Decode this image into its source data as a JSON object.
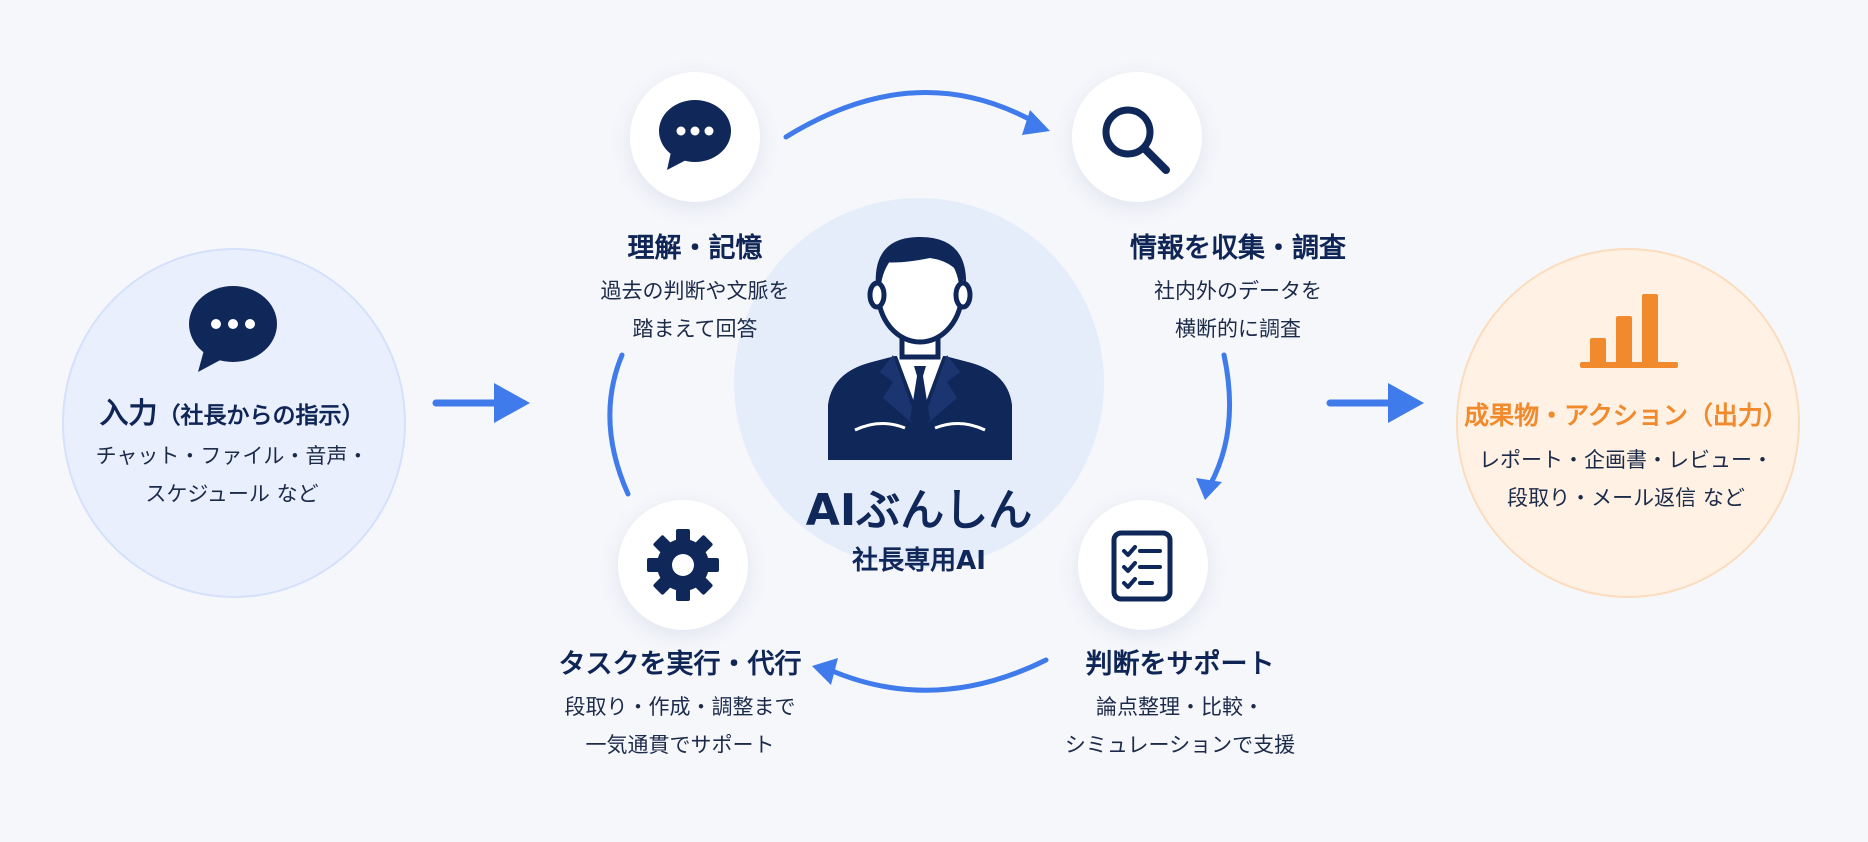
{
  "input": {
    "title": "入力",
    "title_paren": "（社長からの指示）",
    "desc_lines": [
      "チャット・ファイル・音声・",
      "スケジュール など"
    ],
    "icon": "chat-bubble-icon"
  },
  "output": {
    "title": "成果物・アクション（出力）",
    "desc_lines": [
      "レポート・企画書・レビュー・",
      "段取り・メール返信 など"
    ],
    "icon": "bar-chart-icon",
    "accent": "#f08a2c"
  },
  "center": {
    "title": "AIぶんしん",
    "subtitle": "社長専用AI",
    "icon": "businessman-icon"
  },
  "steps": [
    {
      "key": "understand",
      "title": "理解・記憶",
      "desc_lines": [
        "過去の判断や文脈を",
        "踏まえて回答"
      ],
      "icon": "chat-bubble-icon"
    },
    {
      "key": "research",
      "title": "情報を収集・調査",
      "desc_lines": [
        "社内外のデータを",
        "横断的に調査"
      ],
      "icon": "magnifier-icon"
    },
    {
      "key": "support",
      "title": "判断をサポート",
      "desc_lines": [
        "論点整理・比較・",
        "シミュレーションで支援"
      ],
      "icon": "checklist-icon"
    },
    {
      "key": "execute",
      "title": "タスクを実行・代行",
      "desc_lines": [
        "段取り・作成・調整まで",
        "一気通貫でサポート"
      ],
      "icon": "gear-icon"
    }
  ],
  "colors": {
    "navy": "#10275a",
    "arrow_blue": "#3f7bea",
    "orange": "#f08a2c",
    "background": "#f6f7fb"
  }
}
